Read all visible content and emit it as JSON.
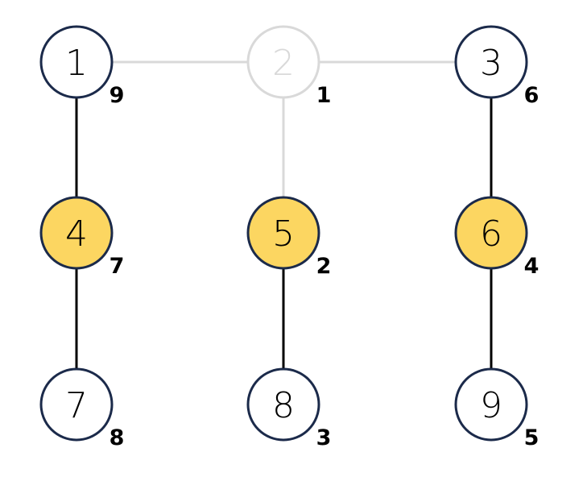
{
  "colors": {
    "node_border": "#1b2a4a",
    "node_fill": "#ffffff",
    "highlight_fill": "#fcd661",
    "faded": "#d9d9d9",
    "edge": "#000000",
    "text": "#000000"
  },
  "nodes": [
    {
      "id": "1",
      "label": "1",
      "weight": "9",
      "state": "normal"
    },
    {
      "id": "2",
      "label": "2",
      "weight": "1",
      "state": "faded"
    },
    {
      "id": "3",
      "label": "3",
      "weight": "6",
      "state": "normal"
    },
    {
      "id": "4",
      "label": "4",
      "weight": "7",
      "state": "highlighted"
    },
    {
      "id": "5",
      "label": "5",
      "weight": "2",
      "state": "highlighted"
    },
    {
      "id": "6",
      "label": "6",
      "weight": "4",
      "state": "highlighted"
    },
    {
      "id": "7",
      "label": "7",
      "weight": "8",
      "state": "normal"
    },
    {
      "id": "8",
      "label": "8",
      "weight": "3",
      "state": "normal"
    },
    {
      "id": "9",
      "label": "9",
      "weight": "5",
      "state": "normal"
    }
  ],
  "edges": [
    {
      "from": "1",
      "to": "2",
      "state": "faded"
    },
    {
      "from": "2",
      "to": "3",
      "state": "faded"
    },
    {
      "from": "2",
      "to": "5",
      "state": "faded"
    },
    {
      "from": "1",
      "to": "4",
      "state": "normal"
    },
    {
      "from": "3",
      "to": "6",
      "state": "normal"
    },
    {
      "from": "4",
      "to": "7",
      "state": "normal"
    },
    {
      "from": "5",
      "to": "8",
      "state": "normal"
    },
    {
      "from": "6",
      "to": "9",
      "state": "normal"
    }
  ]
}
